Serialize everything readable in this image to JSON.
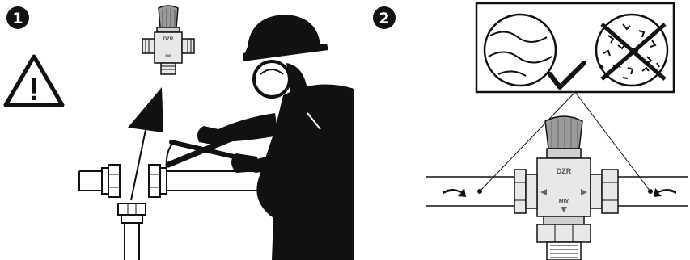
{
  "steps": [
    {
      "number": "1"
    },
    {
      "number": "2"
    }
  ],
  "warning": {
    "symbol": "!"
  },
  "valve_small": {
    "brand": "DZR",
    "mix": "MIX"
  },
  "valve_large": {
    "brand": "DZR",
    "mix": "MIX"
  },
  "inset": {
    "clean_water": "check-mark",
    "dirty_water": "crossed-out"
  },
  "colors": {
    "ink": "#111111",
    "valve_body": "#e8e8e8",
    "valve_dark": "#9a9a9a",
    "paper": "#ffffff"
  }
}
